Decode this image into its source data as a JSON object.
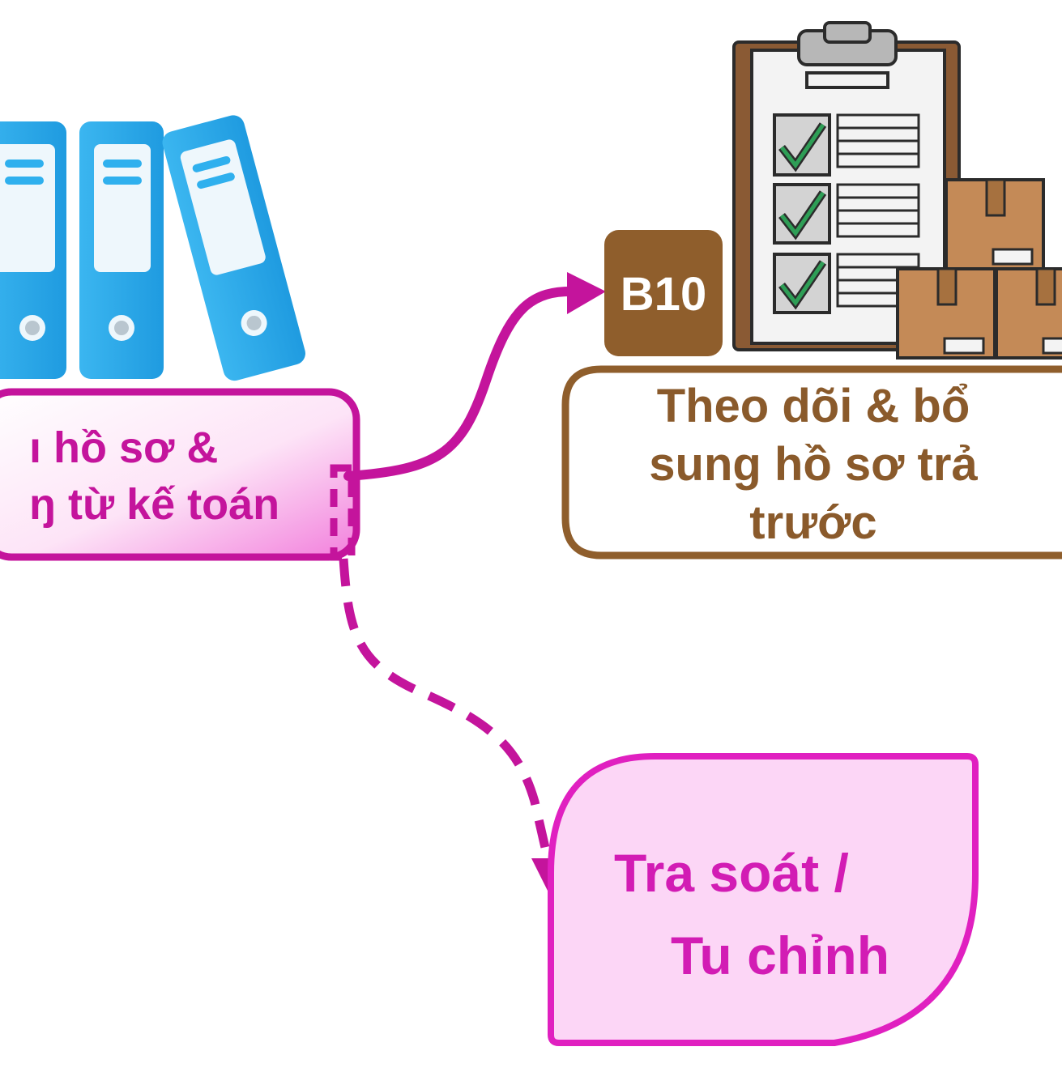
{
  "source_box": {
    "line1": "ı hồ sơ &",
    "line2": "ŋ từ kế toán"
  },
  "badge": {
    "label": "B10"
  },
  "target_box": {
    "line1": "Theo dõi & bổ",
    "line2": "sung hồ sơ trả",
    "line3": "trước"
  },
  "review_box": {
    "line1": "Tra soát /",
    "line2": "Tu chỉnh"
  },
  "icons": [
    "binders-icon",
    "clipboard-checklist-icon",
    "cardboard-boxes-icon"
  ],
  "colors": {
    "magenta": "#c4149c",
    "magenta_light": "#fcd6f6",
    "brown": "#8f5e2c",
    "binder_blue": "#2fb0ee",
    "check_green": "#2e9e56"
  }
}
